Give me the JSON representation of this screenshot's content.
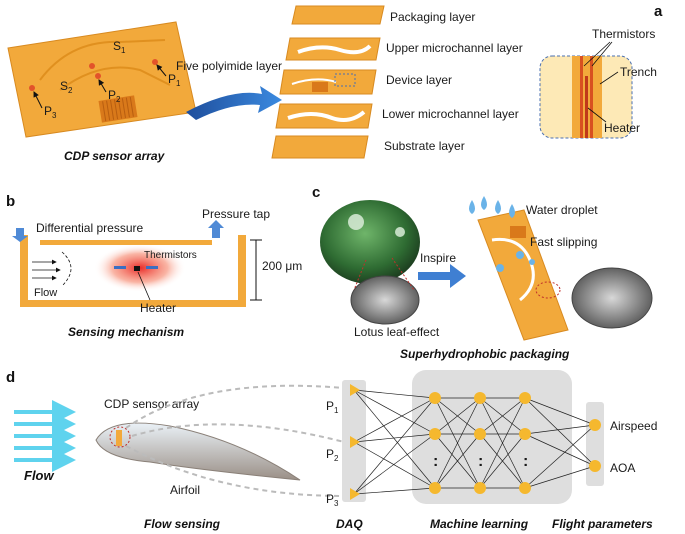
{
  "panel_a": {
    "letter": "a",
    "caption": "CDP sensor array",
    "sensor_labels": {
      "s1": "S",
      "s1_sub": "1",
      "s2": "S",
      "s2_sub": "2",
      "p1": "P",
      "p1_sub": "1",
      "p2": "P",
      "p2_sub": "2",
      "p3": "P",
      "p3_sub": "3"
    },
    "arrow_label": "Five polyimide layer",
    "layers": [
      "Packaging layer",
      "Upper microchannel layer",
      "Device layer",
      "Lower microchannel layer",
      "Substrate layer"
    ],
    "detail": {
      "thermistors": "Thermistors",
      "trench": "Trench",
      "heater": "Heater"
    }
  },
  "panel_b": {
    "letter": "b",
    "caption": "Sensing mechanism",
    "differential_pressure": "Differential pressure",
    "pressure_tap": "Pressure tap",
    "thermistors": "Thermistors",
    "flow": "Flow",
    "heater": "Heater",
    "height": "200 μm"
  },
  "panel_c": {
    "letter": "c",
    "caption": "Superhydrophobic packaging",
    "inspire": "Inspire",
    "lotus": "Lotus leaf-effect",
    "water_droplet": "Water droplet",
    "fast_slipping": "Fast slipping"
  },
  "panel_d": {
    "letter": "d",
    "flow": "Flow",
    "sensor_array": "CDP sensor array",
    "airfoil": "Airfoil",
    "inputs": [
      {
        "p": "P",
        "sub": "1"
      },
      {
        "p": "P",
        "sub": "2"
      },
      {
        "p": "P",
        "sub": "3"
      }
    ],
    "outputs": [
      "Airspeed",
      "AOA"
    ],
    "dots": ":",
    "captions": {
      "flow_sensing": "Flow sensing",
      "daq": "DAQ",
      "ml": "Machine learning",
      "flight": "Flight parameters"
    }
  },
  "colors": {
    "polyimide": "#f2a93b",
    "polyimide_dark": "#e08a1e",
    "node": "#f5b82e",
    "arrow_blue": "#2e6fc2",
    "flow_cyan": "#5fd3ee"
  }
}
